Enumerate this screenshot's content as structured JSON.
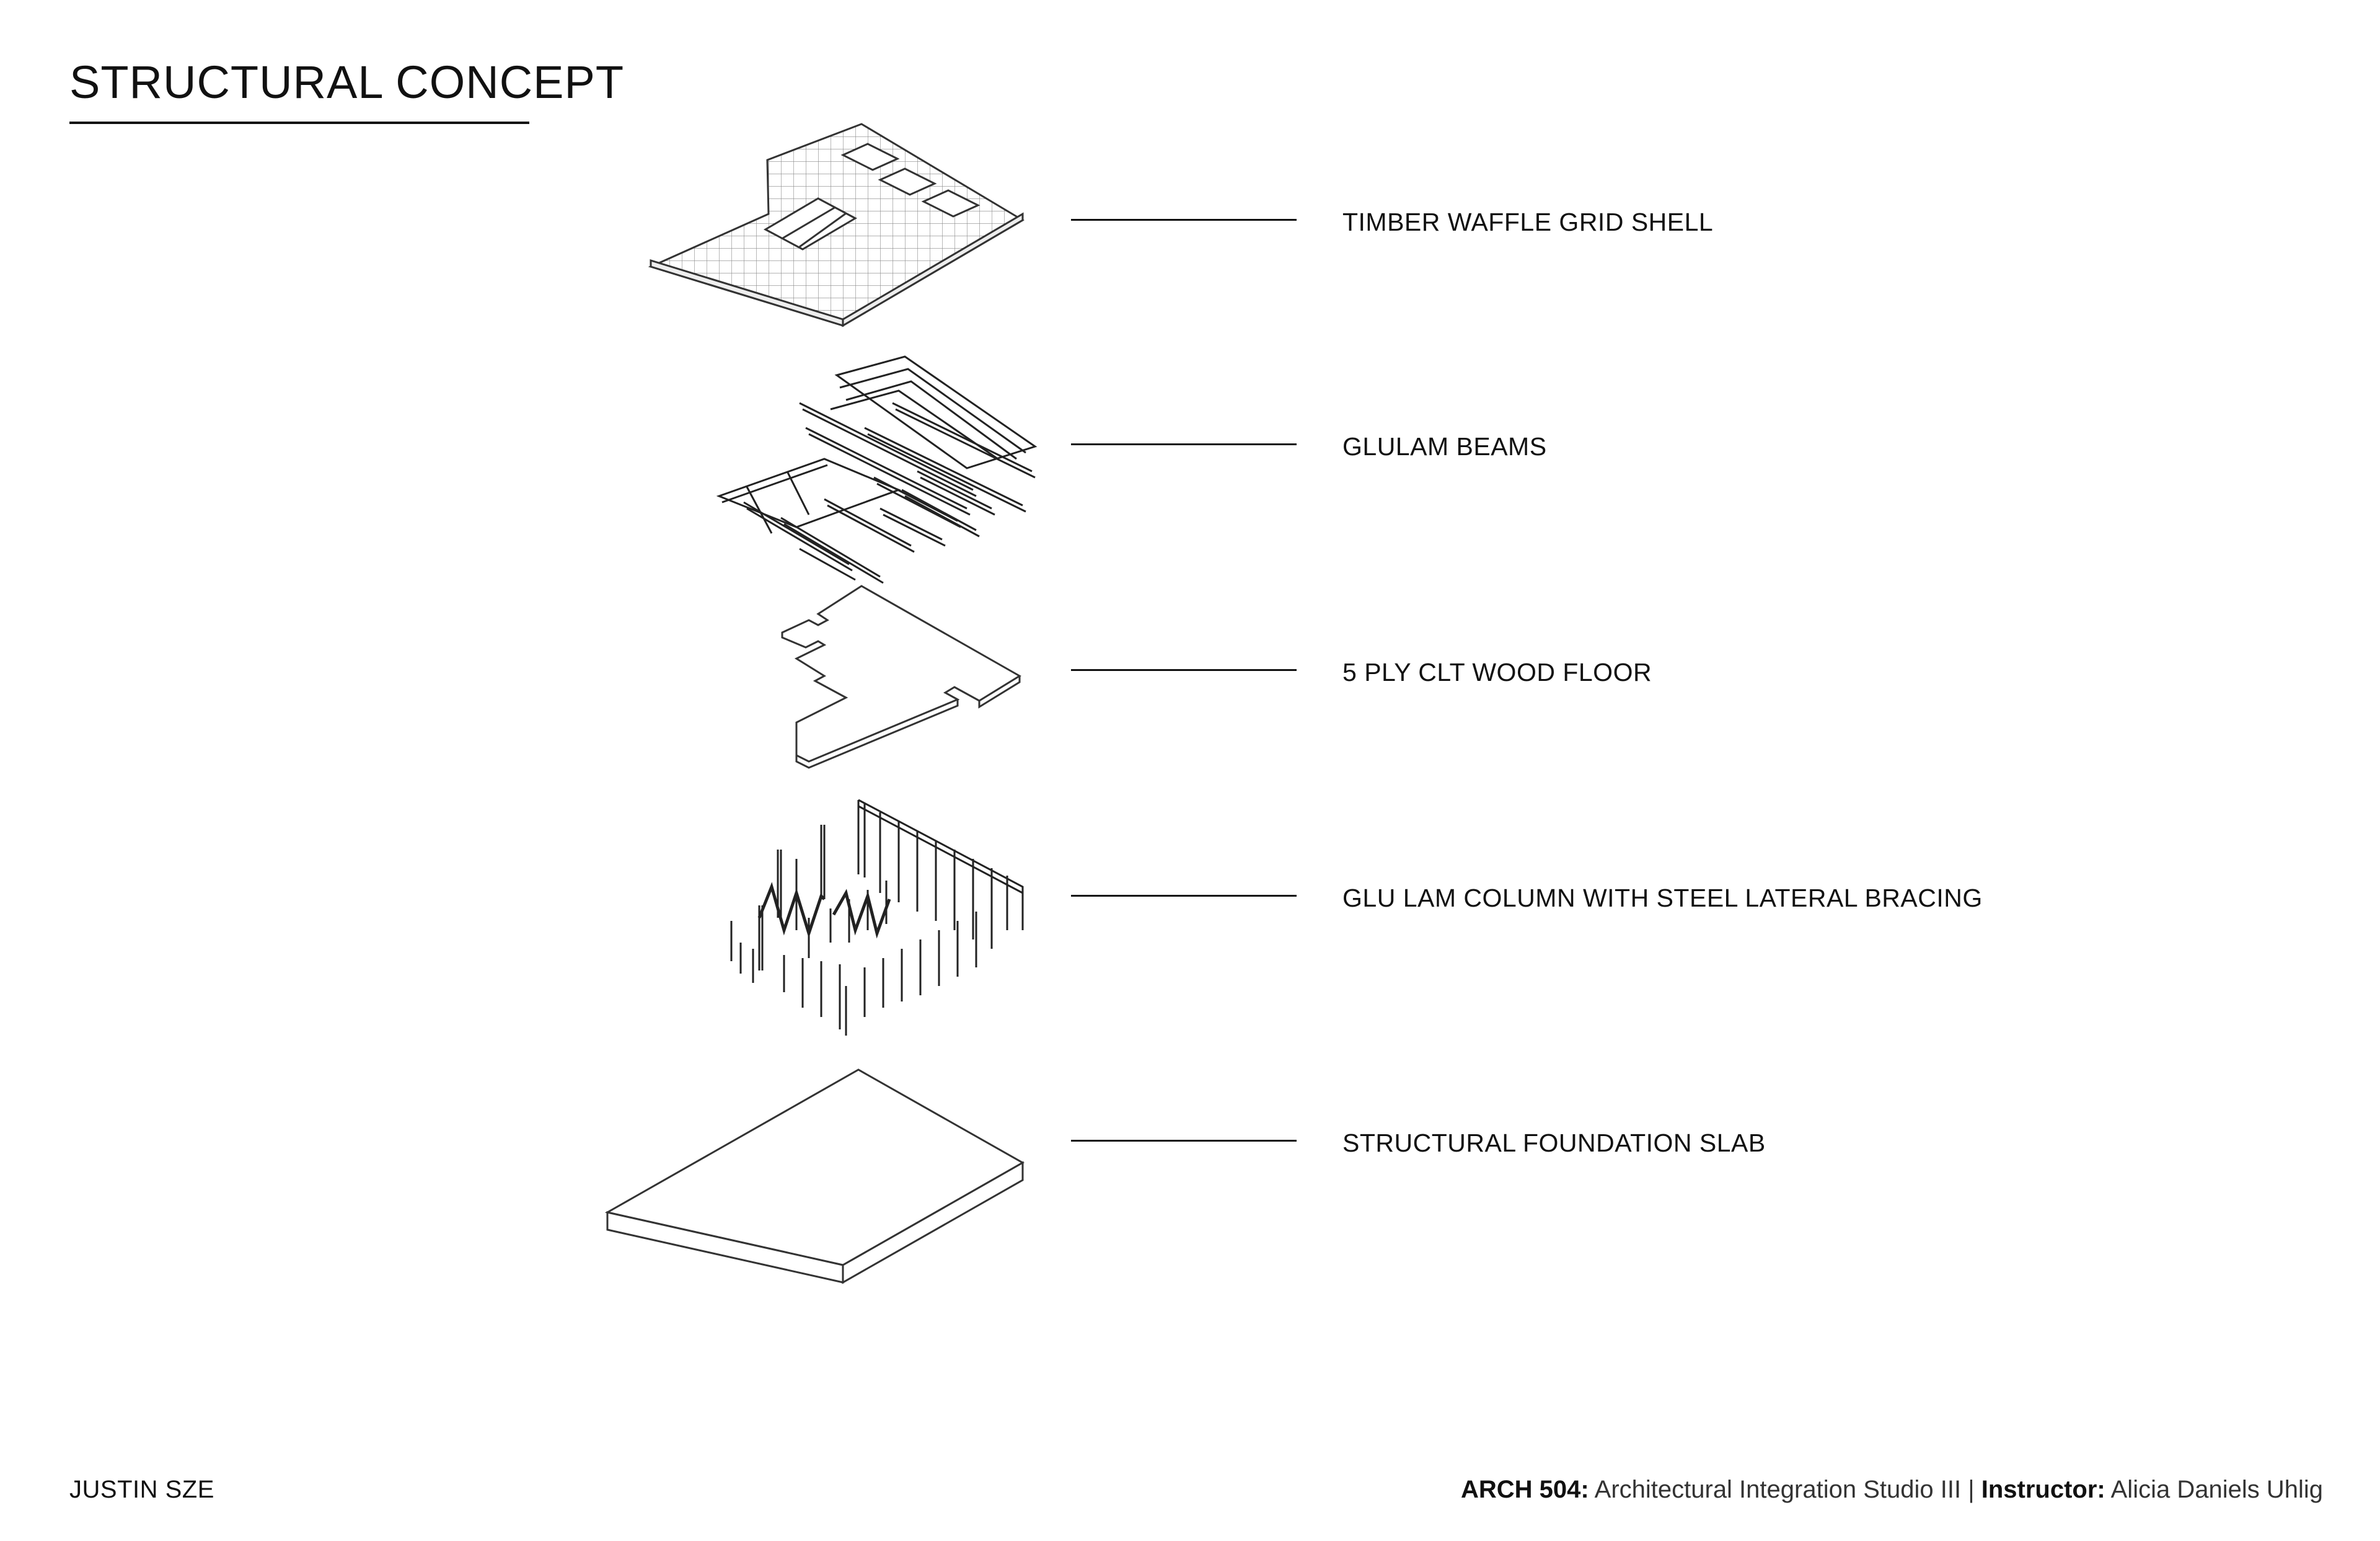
{
  "title": "STRUCTURAL CONCEPT",
  "layers": [
    {
      "label": "TIMBER WAFFLE GRID SHELL"
    },
    {
      "label": "GLULAM BEAMS"
    },
    {
      "label": "5 PLY CLT WOOD FLOOR"
    },
    {
      "label": "GLU LAM COLUMN WITH STEEL LATERAL BRACING"
    },
    {
      "label": "STRUCTURAL FOUNDATION SLAB"
    }
  ],
  "footer": {
    "author": "JUSTIN SZE",
    "course_code": "ARCH 504:",
    "course_name": "Architectural Integration Studio III",
    "separator": "|",
    "instructor_label": "Instructor:",
    "instructor_name": "Alicia Daniels Uhlig"
  },
  "colors": {
    "ink": "#111111",
    "background": "#ffffff"
  }
}
